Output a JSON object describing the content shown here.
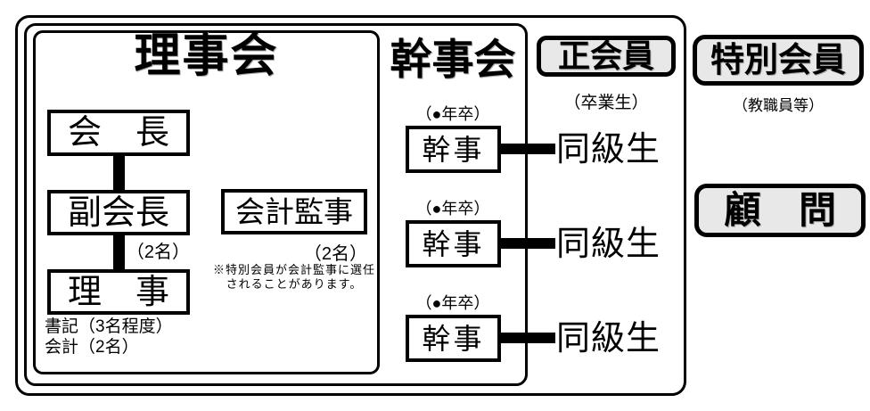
{
  "colors": {
    "line": "#000000",
    "badge_fill": "#e8e8e8",
    "background": "#ffffff"
  },
  "diagram": {
    "rijikai": {
      "title": "理事会",
      "kaicho_label": "会　長",
      "fukukaicho_label": "副会長",
      "fukukaicho_count": "（2名）",
      "riji_label": "理　事",
      "riji_note1": "書記（3名程度）",
      "riji_note2": "会計（2名）",
      "kansa_label": "会計監事",
      "kansa_count": "（2名）",
      "kansa_footnote1": "※特別会員が会計監事に選任",
      "kansa_footnote2": "されることがあります。"
    },
    "kanjikai": {
      "title": "幹事会",
      "rows": [
        {
          "year": "（●年卒）",
          "officer": "幹事",
          "member": "同級生"
        },
        {
          "year": "（●年卒）",
          "officer": "幹事",
          "member": "同級生"
        },
        {
          "year": "（●年卒）",
          "officer": "幹事",
          "member": "同級生"
        }
      ]
    },
    "seikaiin": {
      "title": "正会員",
      "subtitle": "（卒業生）"
    },
    "tokubetsukaiin": {
      "title": "特別会員",
      "subtitle": "（教職員等）"
    },
    "komon": {
      "title": "顧　問"
    }
  }
}
